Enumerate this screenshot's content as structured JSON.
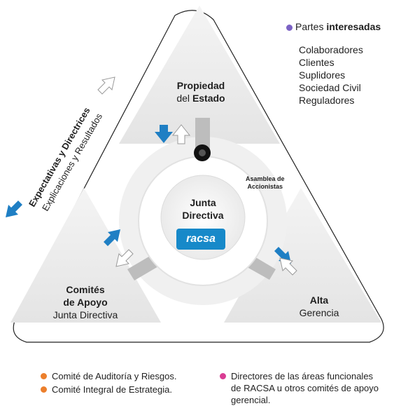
{
  "colors": {
    "purple_dot": "#7b62c4",
    "orange_dot": "#ec7f2c",
    "pink_dot": "#d93c93",
    "blue_arrow": "#1f7fc4",
    "logo_blue": "#1789c9"
  },
  "stakeholders": {
    "title_prefix": "Partes",
    "title_bold": "interesadas",
    "items": [
      "Colaboradores",
      "Clientes",
      "Suplidores",
      "Sociedad Civil",
      "Reguladores"
    ]
  },
  "left_axis": {
    "line1": "Expectativas y Directrices",
    "line2": "Explicaciones y Resultados"
  },
  "nodes": {
    "top": {
      "bold": "Propiedad",
      "normal_prefix": "del",
      "normal_bold": "Estado"
    },
    "left": {
      "bold1": "Comités",
      "bold2": "de Apoyo",
      "normal": "Junta Directiva"
    },
    "right": {
      "bold": "Alta",
      "normal": "Gerencia"
    }
  },
  "center": {
    "line1": "Junta",
    "line2": "Directiva",
    "logo_text": "racsa"
  },
  "asamblea": {
    "line1": "Asamblea de",
    "line2": "Accionistas"
  },
  "legend_left": [
    "Comité de Auditoría y Riesgos.",
    "Comité Integral de Estrategia."
  ],
  "legend_right": [
    "Directores de las áreas funcionales",
    "de RACSA u otros comités de apoyo",
    "gerencial."
  ]
}
